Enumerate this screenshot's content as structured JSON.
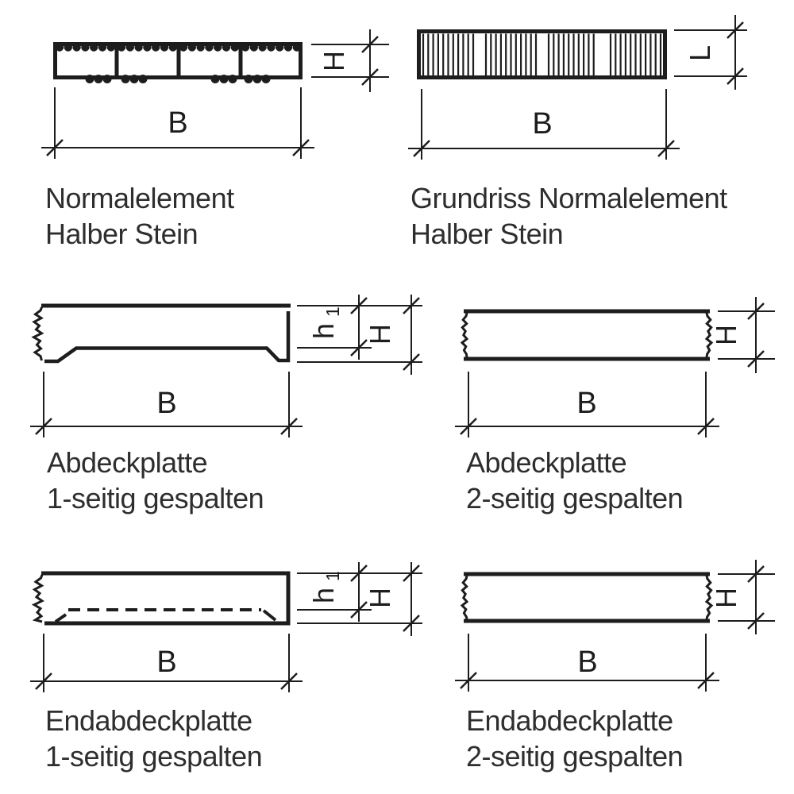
{
  "page": {
    "background": "#ffffff",
    "line_color": "#1d1d1d",
    "text_color": "#2e2e2e"
  },
  "figures": [
    {
      "caption_line1": "Normalelement",
      "caption_line2": "Halber Stein",
      "dims": {
        "width": "B",
        "height": "H"
      }
    },
    {
      "caption_line1": "Grundriss Normalelement",
      "caption_line2": "Halber Stein",
      "dims": {
        "width": "B",
        "height": "L"
      }
    },
    {
      "caption_line1": "Abdeckplatte",
      "caption_line2": "1-seitig gespalten",
      "dims": {
        "width": "B",
        "height": "H",
        "inner_height_base": "h",
        "inner_height_sub": "1"
      }
    },
    {
      "caption_line1": "Abdeckplatte",
      "caption_line2": "2-seitig gespalten",
      "dims": {
        "width": "B",
        "height": "H"
      }
    },
    {
      "caption_line1": "Endabdeckplatte",
      "caption_line2": "1-seitig gespalten",
      "dims": {
        "width": "B",
        "height": "H",
        "inner_height_base": "h",
        "inner_height_sub": "1"
      }
    },
    {
      "caption_line1": "Endabdeckplatte",
      "caption_line2": "2-seitig gespalten",
      "dims": {
        "width": "B",
        "height": "H"
      }
    }
  ]
}
